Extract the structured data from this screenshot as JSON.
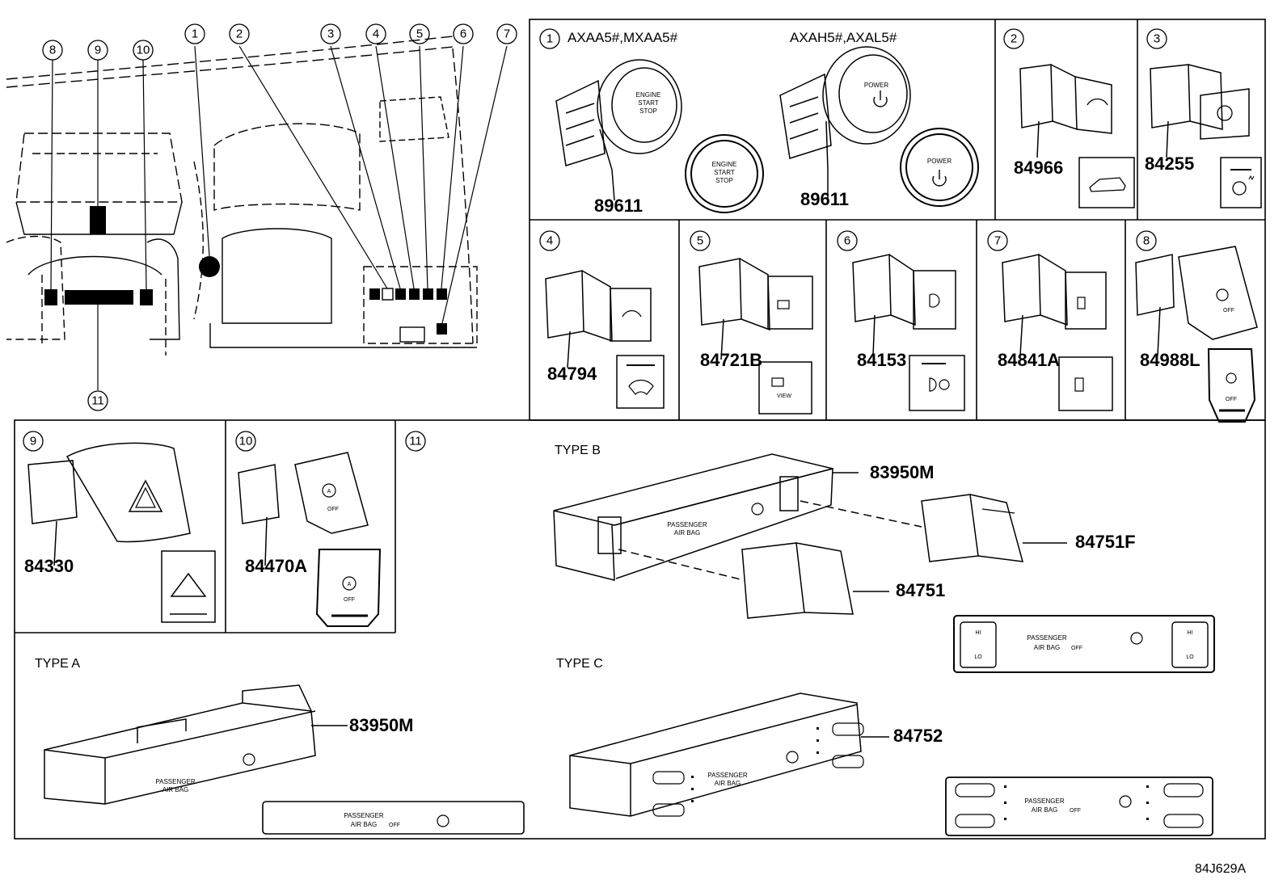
{
  "callouts": [
    "1",
    "2",
    "3",
    "4",
    "5",
    "6",
    "7",
    "8",
    "9",
    "10",
    "11"
  ],
  "panel1": {
    "model_left": "AXAA5#,MXAA5#",
    "model_right": "AXAH5#,AXAL5#",
    "part_left": "89611",
    "part_right": "89611",
    "engine_text": [
      "ENGINE",
      "START",
      "STOP"
    ],
    "power_text": "POWER"
  },
  "parts": {
    "p2": "84966",
    "p3": "84255",
    "p4": "84794",
    "p5": "84721B",
    "p6": "84153",
    "p7": "84841A",
    "p8": "84988L",
    "p9": "84330",
    "p10": "84470A",
    "typeB_main": "83950M",
    "typeB_right": "84751F",
    "typeB_mid": "84751",
    "typeA_main": "83950M",
    "typeC_main": "84752"
  },
  "types": {
    "a": "TYPE A",
    "b": "TYPE B",
    "c": "TYPE C"
  },
  "airbag": {
    "line1": "PASSENGER",
    "line2": "AIR BAG",
    "off": "OFF"
  },
  "labels": {
    "view": "VIEW",
    "off": "OFF",
    "auto": "A",
    "hi": "HI",
    "lo": "LO"
  },
  "diagram_ref": "84J629A"
}
